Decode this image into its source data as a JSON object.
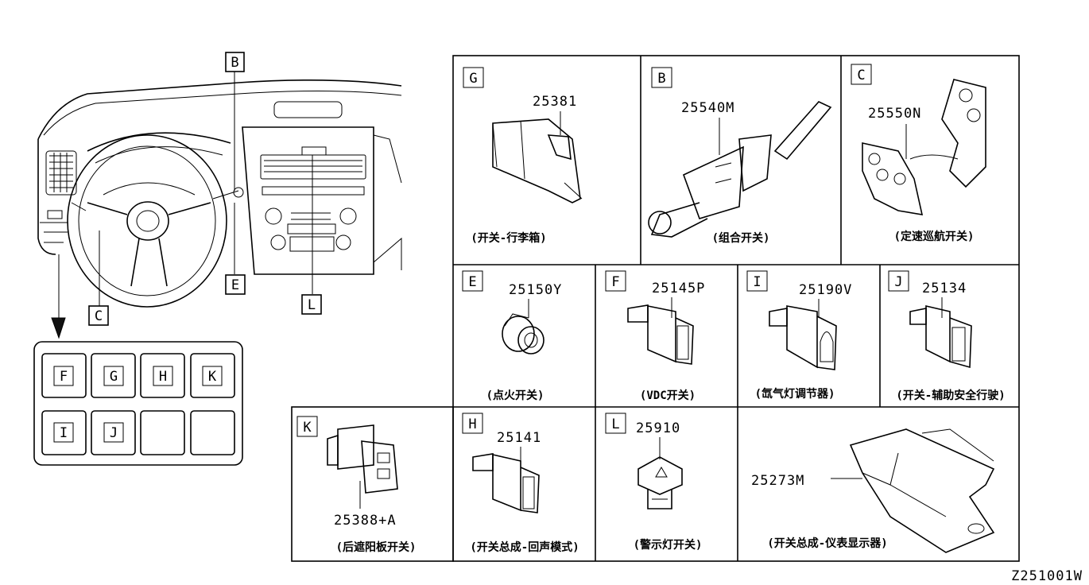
{
  "diagram_code": "Z251001W",
  "dashboard_callouts": {
    "B": "B",
    "C": "C",
    "E": "E",
    "L": "L"
  },
  "switch_panel": {
    "row1": [
      "F",
      "G",
      "H",
      "K"
    ],
    "row2": [
      "I",
      "J",
      "",
      ""
    ]
  },
  "parts": [
    {
      "key": "G",
      "part_no": "25381",
      "name": "(开关-行李箱)"
    },
    {
      "key": "B",
      "part_no": "25540M",
      "name": "(组合开关)"
    },
    {
      "key": "C",
      "part_no": "25550N",
      "name": "(定速巡航开关)"
    },
    {
      "key": "E",
      "part_no": "25150Y",
      "name": "(点火开关)"
    },
    {
      "key": "F",
      "part_no": "25145P",
      "name": "(VDC开关)"
    },
    {
      "key": "I",
      "part_no": "25190V",
      "name": "(氙气灯调节器)"
    },
    {
      "key": "J",
      "part_no": "25134",
      "name": "(开关-辅助安全行驶)"
    },
    {
      "key": "K",
      "part_no": "25388+A",
      "name": "(后遮阳板开关)"
    },
    {
      "key": "H",
      "part_no": "25141",
      "name": "(开关总成-回声模式)"
    },
    {
      "key": "L",
      "part_no": "25910",
      "name": "(警示灯开关)"
    },
    {
      "key": "",
      "part_no": "25273M",
      "name": "(开关总成-仪表显示器)"
    }
  ]
}
